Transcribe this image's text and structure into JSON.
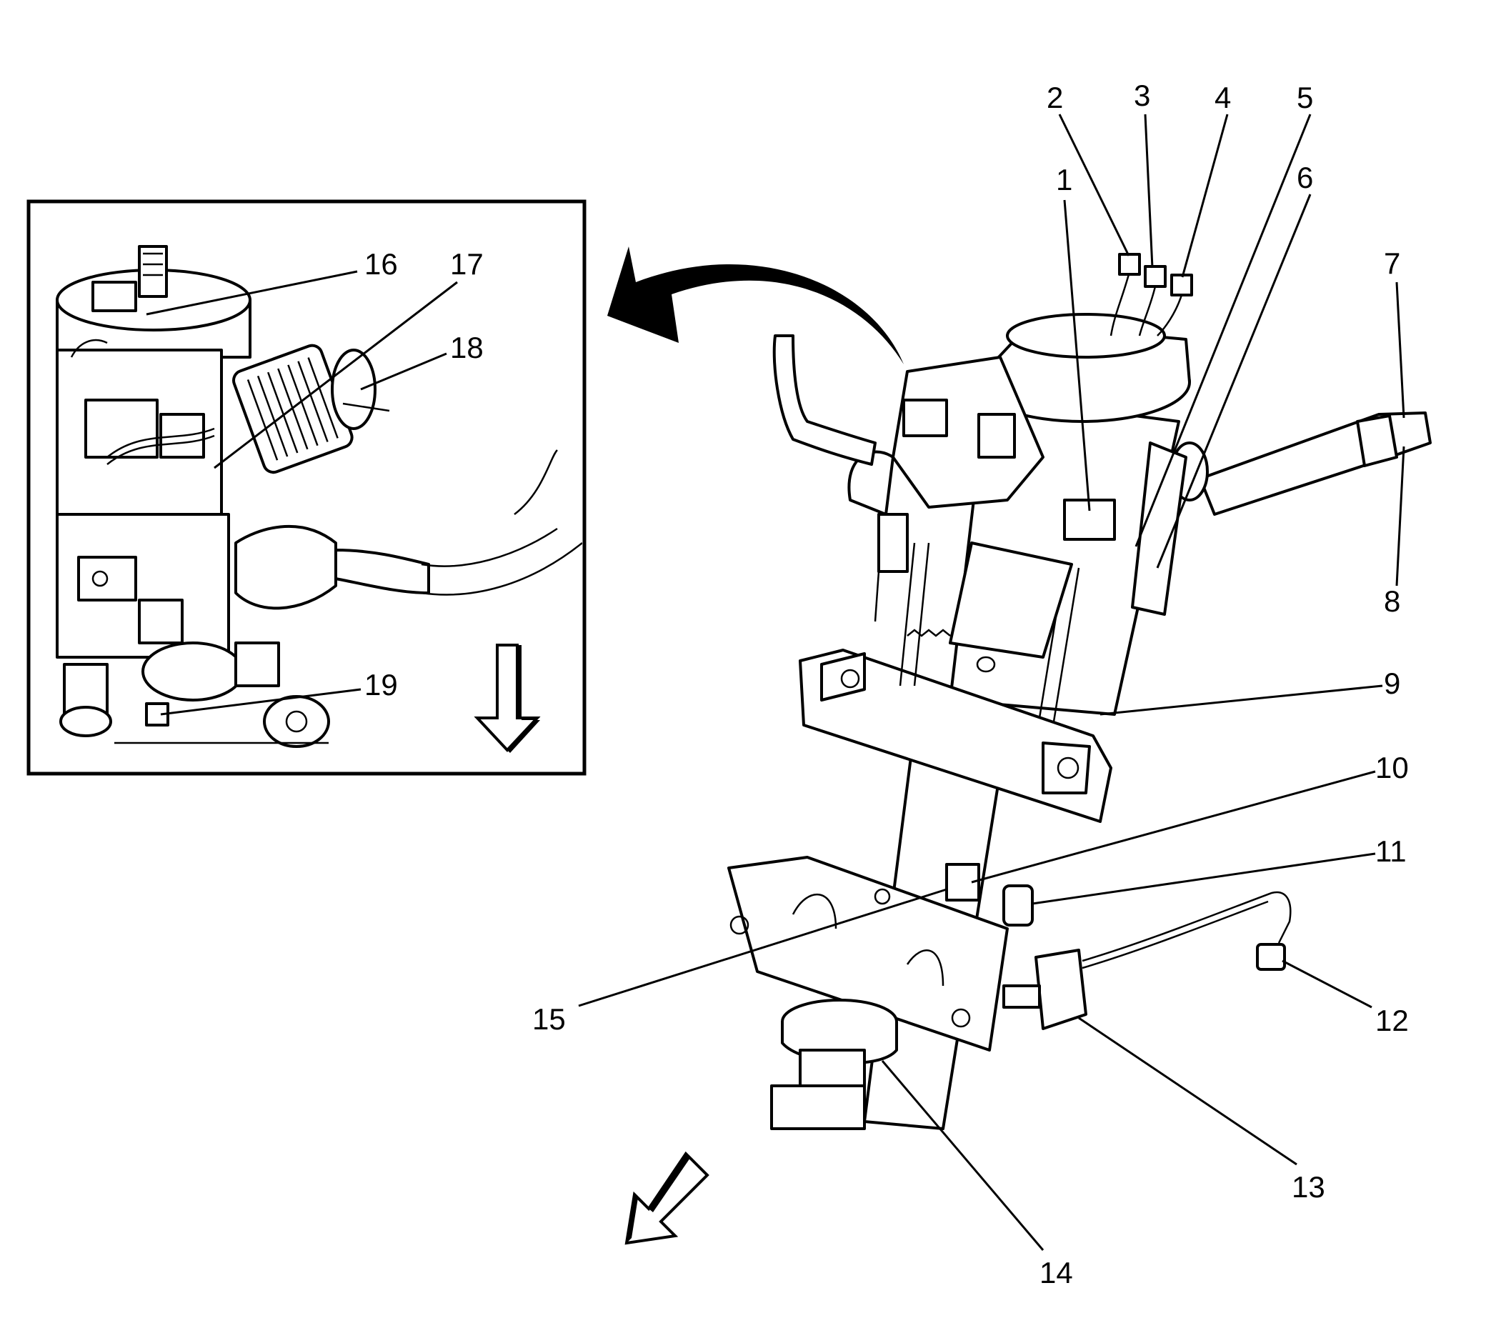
{
  "callouts": {
    "c1": "1",
    "c2": "2",
    "c3": "3",
    "c4": "4",
    "c5": "5",
    "c6": "6",
    "c7": "7",
    "c8": "8",
    "c9": "9",
    "c10": "10",
    "c11": "11",
    "c12": "12",
    "c13": "13",
    "c14": "14",
    "c15": "15",
    "c16": "16",
    "c17": "17",
    "c18": "18",
    "c19": "19"
  },
  "colors": {
    "ink": "#000000",
    "background": "#ffffff"
  },
  "icons": {
    "transfer_arrow": "curved-arrow-icon",
    "view_direction_inset": "down-arrow-icon",
    "view_direction_main": "diagonal-arrow-icon"
  }
}
